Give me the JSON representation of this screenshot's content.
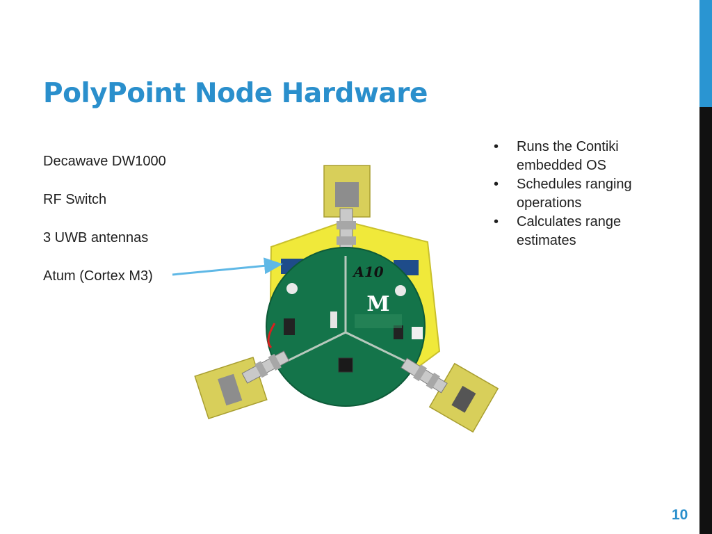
{
  "slide": {
    "title": "PolyPoint Node Hardware",
    "page_number": "10"
  },
  "left_labels": [
    "Decawave DW1000",
    "RF Switch",
    "3 UWB antennas",
    "Atum (Cortex M3)"
  ],
  "bullets": {
    "marker": "•",
    "items": [
      "Runs the Contiki embedded OS",
      "Schedules ranging operations",
      "Calculates range estimates"
    ]
  },
  "board_photo": {
    "logo_text": "M",
    "script_text": "A10"
  },
  "colors": {
    "accent_blue": "#2a8fcc",
    "sidebar_dark": "#111111",
    "board_green": "#14744a",
    "antenna_yellow": "#d8cf5a",
    "arrow": "#5fb8e6"
  }
}
